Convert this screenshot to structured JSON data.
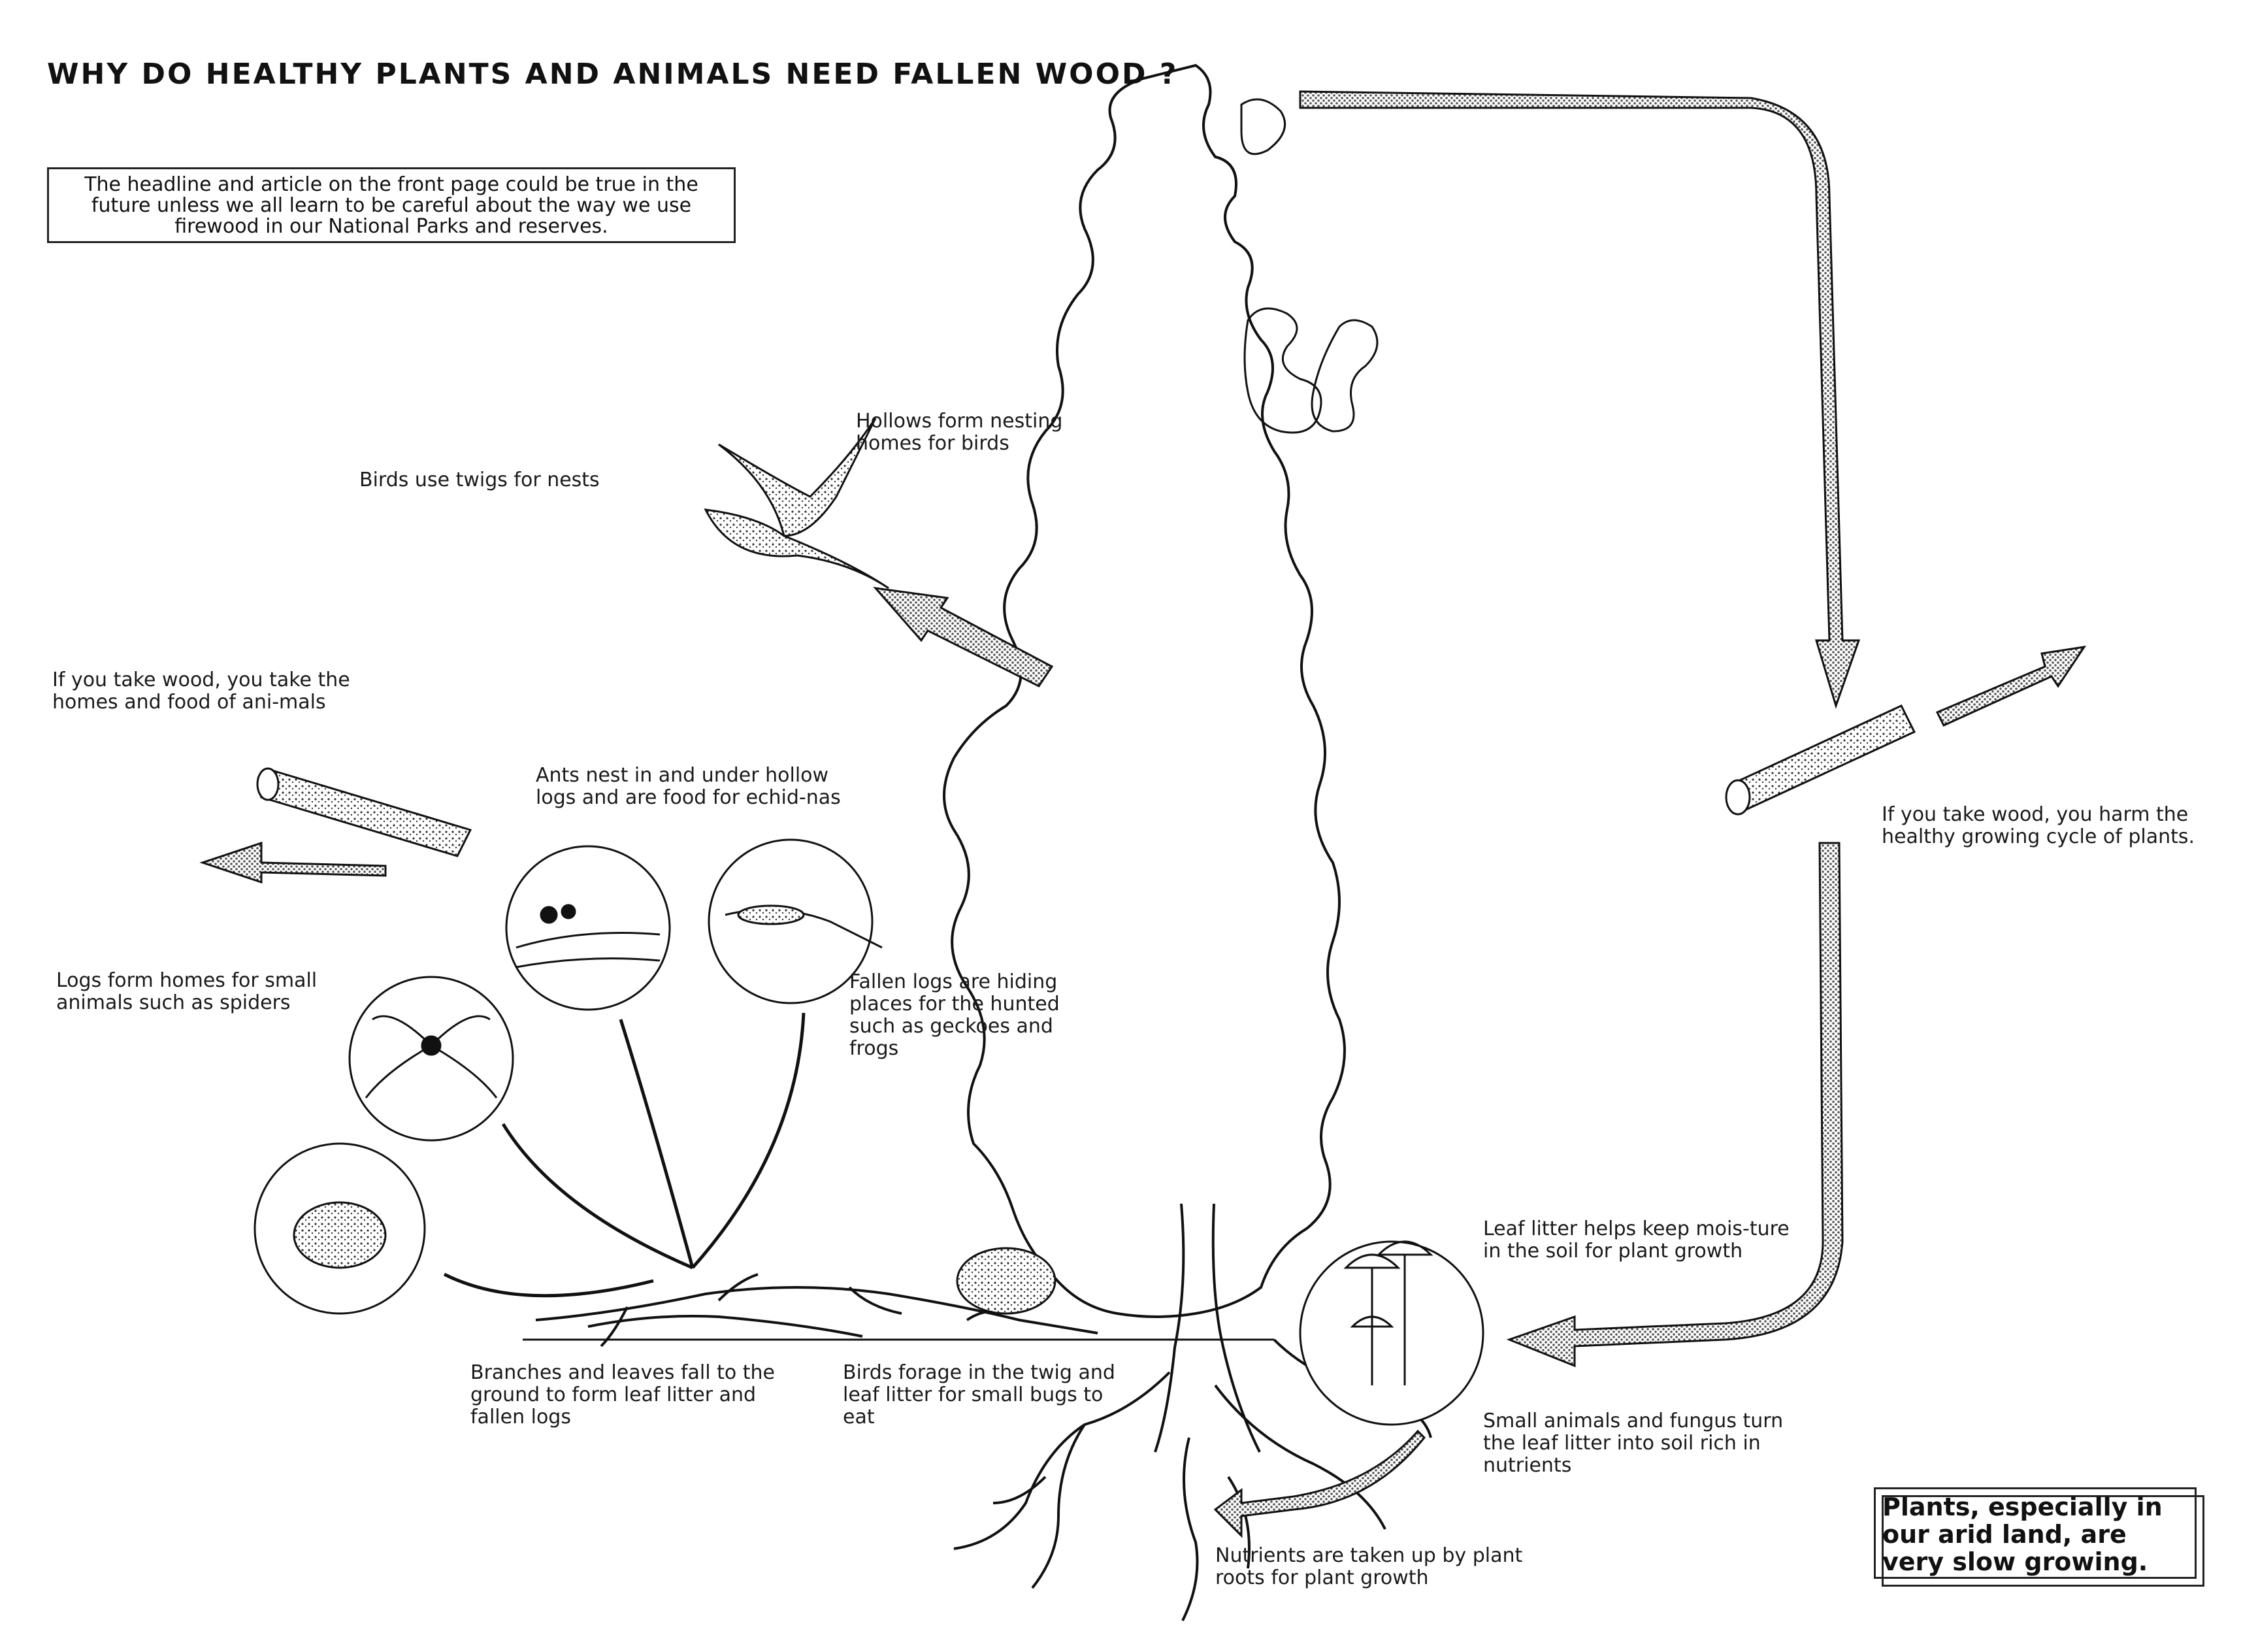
{
  "title": "WHY DO HEALTHY PLANTS AND ANIMALS NEED FALLEN WOOD ?",
  "intro": "The headline and article on the front page could be true in the future unless we all learn to be careful about the way we use firewood in our National Parks and reserves.",
  "labels": {
    "hollows": "Hollows form nesting homes for birds",
    "birds_twigs": "Birds use twigs for nests",
    "take_wood_homes": "If you take wood, you take the homes and food of ani-mals",
    "ants": "Ants nest in and under hollow logs and are food for echid-nas",
    "spiders": "Logs form homes for small animals such as spiders",
    "hiding": "Fallen logs are hiding places for the hunted such as geckoes and frogs",
    "branches": "Branches and leaves fall to the ground to form leaf litter and fallen logs",
    "birds_forage": "Birds forage in the twig and leaf litter for small bugs to eat",
    "leaf_litter": "Leaf litter helps keep mois-ture in the soil for plant growth",
    "small_animals": "Small animals and fungus turn the leaf litter into soil rich in nutrients",
    "nutrients": "Nutrients are taken up by plant roots for plant growth",
    "take_wood_harm": "If you take wood, you harm the healthy growing cycle of plants."
  },
  "conclusion": "Plants, especially in our arid land, are very slow growing.",
  "colors": {
    "ink": "#111111",
    "paper": "#ffffff",
    "stipple": "#777777"
  }
}
